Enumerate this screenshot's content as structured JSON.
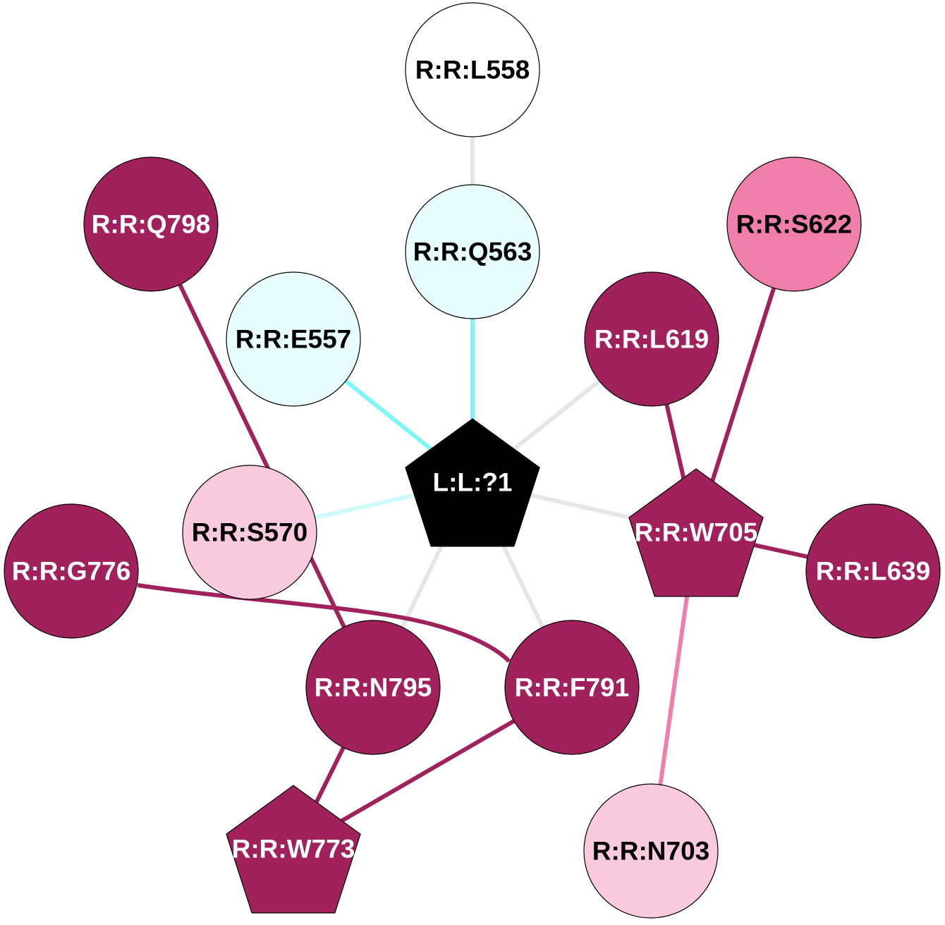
{
  "colors": {
    "dark": "#a0215c",
    "pink": "#f07eab",
    "light_pink": "#f9c9dd",
    "cyan_fill": "#e8fefe",
    "cyan_edge": "#7ff5f5",
    "light_cyan_edge": "#cffafa",
    "grey_edge": "#e6e6e6",
    "white": "#ffffff",
    "black": "#000000"
  },
  "nodes": [
    {
      "id": "L558",
      "label": "R:R:L558",
      "shape": "circle",
      "fill": "white",
      "text": "black"
    },
    {
      "id": "Q563",
      "label": "R:R:Q563",
      "shape": "circle",
      "fill": "cyan_fill",
      "text": "black"
    },
    {
      "id": "Q798",
      "label": "R:R:Q798",
      "shape": "circle",
      "fill": "dark",
      "text": "white"
    },
    {
      "id": "S622",
      "label": "R:R:S622",
      "shape": "circle",
      "fill": "pink",
      "text": "black"
    },
    {
      "id": "E557",
      "label": "R:R:E557",
      "shape": "circle",
      "fill": "cyan_fill",
      "text": "black"
    },
    {
      "id": "L619",
      "label": "R:R:L619",
      "shape": "circle",
      "fill": "dark",
      "text": "white"
    },
    {
      "id": "LIG",
      "label": "L:L:?1",
      "shape": "pentagon",
      "fill": "black",
      "text": "white"
    },
    {
      "id": "S570",
      "label": "R:R:S570",
      "shape": "circle",
      "fill": "light_pink",
      "text": "black"
    },
    {
      "id": "W705",
      "label": "R:R:W705",
      "shape": "pentagon",
      "fill": "dark",
      "text": "white"
    },
    {
      "id": "G776",
      "label": "R:R:G776",
      "shape": "circle",
      "fill": "dark",
      "text": "white"
    },
    {
      "id": "L639",
      "label": "R:R:L639",
      "shape": "circle",
      "fill": "dark",
      "text": "white"
    },
    {
      "id": "N795",
      "label": "R:R:N795",
      "shape": "circle",
      "fill": "dark",
      "text": "white"
    },
    {
      "id": "F791",
      "label": "R:R:F791",
      "shape": "circle",
      "fill": "dark",
      "text": "white"
    },
    {
      "id": "W773",
      "label": "R:R:W773",
      "shape": "pentagon",
      "fill": "dark",
      "text": "white"
    },
    {
      "id": "N703",
      "label": "R:R:N703",
      "shape": "circle",
      "fill": "light_pink",
      "text": "black"
    }
  ],
  "edges": [
    {
      "from": "L558",
      "to": "Q563",
      "color": "grey_edge"
    },
    {
      "from": "Q563",
      "to": "LIG",
      "color": "cyan_edge"
    },
    {
      "from": "E557",
      "to": "LIG",
      "color": "cyan_edge"
    },
    {
      "from": "S570",
      "to": "LIG",
      "color": "light_cyan_edge"
    },
    {
      "from": "L619",
      "to": "LIG",
      "color": "grey_edge"
    },
    {
      "from": "W705",
      "to": "LIG",
      "color": "grey_edge"
    },
    {
      "from": "N795",
      "to": "LIG",
      "color": "grey_edge"
    },
    {
      "from": "F791",
      "to": "LIG",
      "color": "grey_edge"
    },
    {
      "from": "Q798",
      "to": "N795",
      "color": "dark"
    },
    {
      "from": "G776",
      "to": "F791",
      "color": "dark"
    },
    {
      "from": "L619",
      "to": "W705",
      "color": "dark"
    },
    {
      "from": "S622",
      "to": "W705",
      "color": "dark"
    },
    {
      "from": "W705",
      "to": "L639",
      "color": "dark"
    },
    {
      "from": "W705",
      "to": "N703",
      "color": "pink"
    },
    {
      "from": "N795",
      "to": "W773",
      "color": "dark"
    },
    {
      "from": "F791",
      "to": "W773",
      "color": "dark"
    }
  ]
}
